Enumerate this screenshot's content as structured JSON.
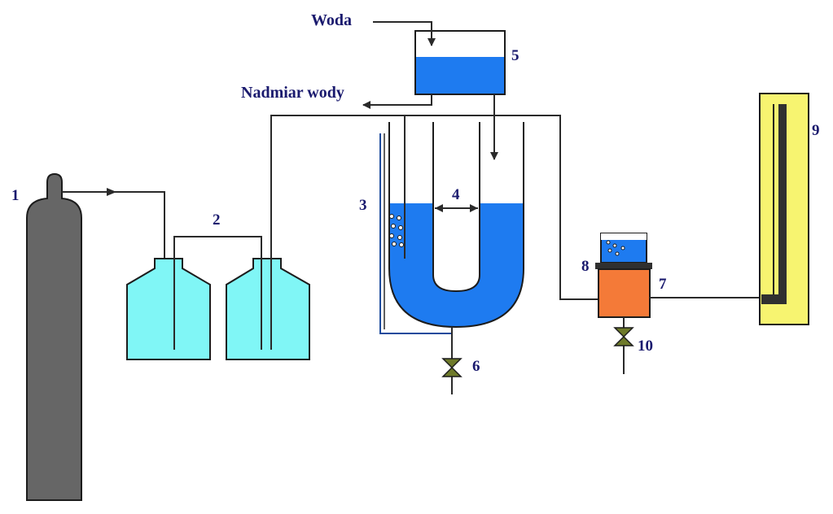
{
  "labels": {
    "water": "Woda",
    "excess_water": "Nadmiar wody",
    "n1": "1",
    "n2": "2",
    "n3": "3",
    "n4": "4",
    "n5": "5",
    "n6": "6",
    "n7": "7",
    "n8": "8",
    "n9": "9",
    "n10": "10"
  },
  "colors": {
    "label_text": "#1a1a6e",
    "gas_cylinder": "#666666",
    "wash_bottles": "#80f6f6",
    "water_blue": "#1e7bf0",
    "heater_block": "#f47a38",
    "gauge_frame": "#f7f470",
    "pipe": "#2a2a2a"
  }
}
